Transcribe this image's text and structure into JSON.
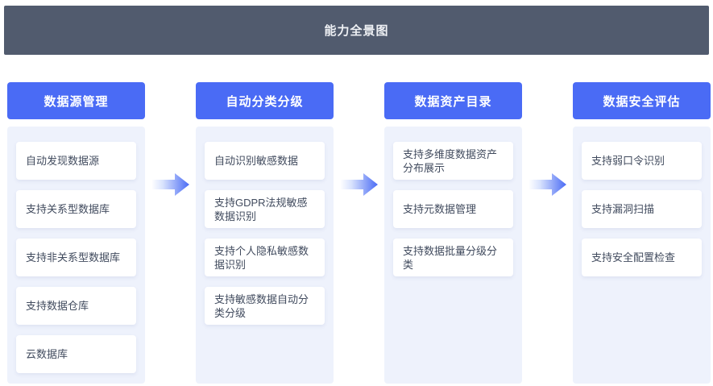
{
  "banner": {
    "title": "能力全景图"
  },
  "colors": {
    "accent_blue": "#4a6bf5",
    "banner_bg": "#515b6e",
    "panel_bg": "#eef2fc",
    "card_bg": "#ffffff",
    "card_text": "#414b5e",
    "arrow_gradient_start": "#ffffff",
    "arrow_gradient_end": "#4a6bf5"
  },
  "columns": [
    {
      "header": "数据源管理",
      "items": [
        "自动发现数据源",
        "支持关系型数据库",
        "支持非关系型数据库",
        "支持数据仓库",
        "云数据库"
      ]
    },
    {
      "header": "自动分类分级",
      "items": [
        "自动识别敏感数据",
        "支持GDPR法规敏感数据识别",
        "支持个人隐私敏感数据识别",
        "支持敏感数据自动分类分级"
      ]
    },
    {
      "header": "数据资产目录",
      "items": [
        "支持多维度数据资产分布展示",
        "支持元数据管理",
        "支持数据批量分级分类"
      ]
    },
    {
      "header": "数据安全评估",
      "items": [
        "支持弱口令识别",
        "支持漏洞扫描",
        "支持安全配置检查"
      ]
    }
  ],
  "arrows": {
    "icon": "right-arrow-icon",
    "count": 3
  }
}
